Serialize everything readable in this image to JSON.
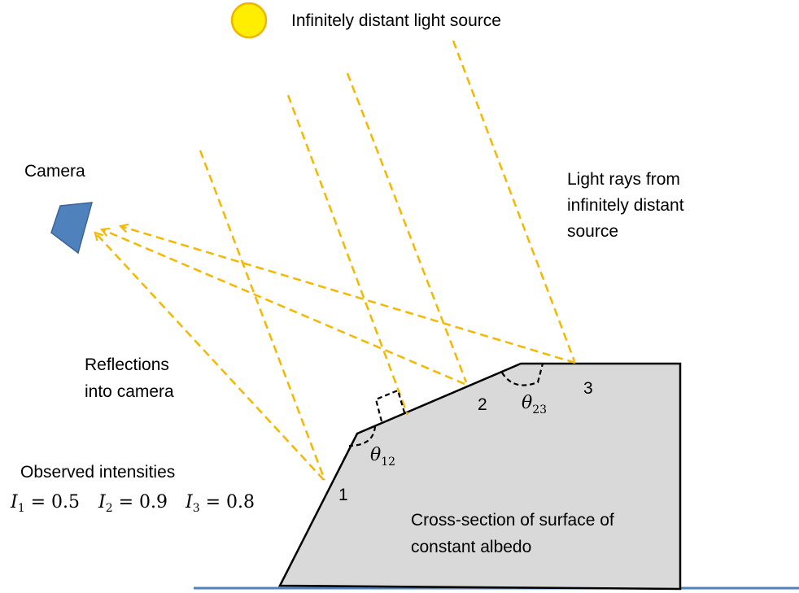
{
  "labels": {
    "light_source": "Infinitely distant light source",
    "camera": "Camera",
    "light_rays": [
      "Light rays from",
      "infinitely distant",
      "source"
    ],
    "reflections": [
      "Reflections",
      "into camera"
    ],
    "observed": "Observed intensities",
    "surface": [
      "Cross-section of surface of",
      "constant albedo"
    ],
    "point_1": "1",
    "point_2": "2",
    "point_3": "3"
  },
  "intensities": [
    {
      "sym": "I",
      "sub": "1",
      "eq": " = 0.5"
    },
    {
      "sym": "I",
      "sub": "2",
      "eq": " = 0.9"
    },
    {
      "sym": "I",
      "sub": "3",
      "eq": " = 0.8"
    }
  ],
  "angles": [
    {
      "sym": "θ",
      "sub": "12"
    },
    {
      "sym": "θ",
      "sub": "23"
    }
  ],
  "colors": {
    "ray": "#f5b800",
    "sun_fill": "#ffee00",
    "sun_stroke": "#f0b400",
    "camera": "#4f81bd",
    "camera_stroke": "#3a6494",
    "surface_fill": "#d9d9d9",
    "surface_stroke": "#000000",
    "ground": "#4f81bd"
  }
}
